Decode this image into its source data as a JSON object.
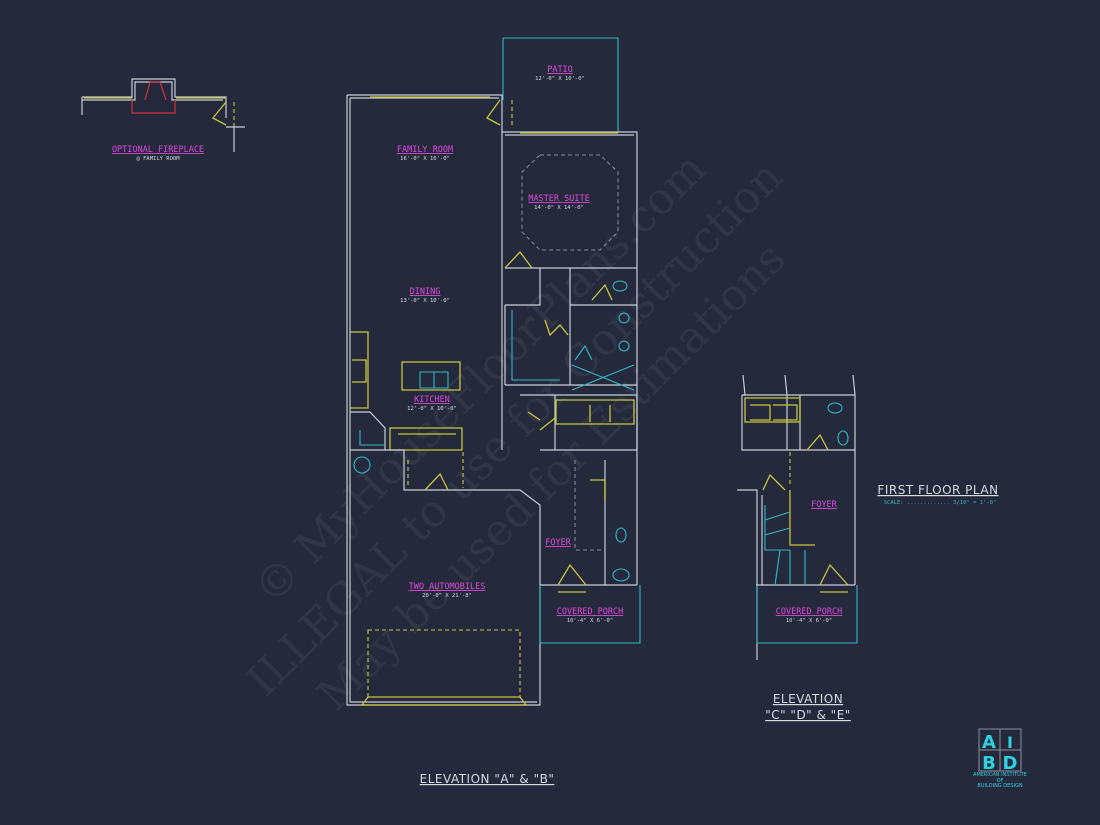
{
  "optional_fireplace": {
    "label": "OPTIONAL FIREPLACE",
    "note": "@ FAMILY ROOM"
  },
  "rooms_a_b": [
    {
      "name": "PATIO",
      "dims": "12'-0\" X 10'-0\""
    },
    {
      "name": "FAMILY ROOM",
      "dims": "16'-0\" X 16'-0\""
    },
    {
      "name": "MASTER SUITE",
      "dims": "14'-0\" X 14'-0\""
    },
    {
      "name": "DINING",
      "dims": "13'-0\" X 10'-0\""
    },
    {
      "name": "KITCHEN",
      "dims": "12'-0\" X 10'-0\""
    },
    {
      "name": "FOYER",
      "dims": ""
    },
    {
      "name": "TWO AUTOMOBILES",
      "dims": "20'-0\" X 21'-8\""
    },
    {
      "name": "COVERED PORCH",
      "dims": "10'-4\" X 6'-0\""
    }
  ],
  "rooms_c_d_e": [
    {
      "name": "FOYER",
      "dims": ""
    },
    {
      "name": "COVERED PORCH",
      "dims": "10'-4\" X 6'-0\""
    }
  ],
  "elevation_a_b": "ELEVATION \"A\" & \"B\"",
  "elevation_c_d_e": {
    "line1": "ELEVATION",
    "line2": "\"C\" \"D\" & \"E\""
  },
  "plan_title": "FIRST FLOOR PLAN",
  "plan_scale": "SCALE: ............. 3/16\" = 1'-0\"",
  "logo": {
    "letters": [
      "A",
      "I",
      "B",
      "D"
    ],
    "line1": "AMERICAN INSTITUTE",
    "line2": "OF",
    "line3": "BUILDING DESIGN"
  },
  "watermark": [
    "© MyHouseFloorPlans.com",
    "ILLEGAL to use for Construction",
    "May be used for Estimations"
  ],
  "colors": {
    "background": "#242a3b",
    "walls": "#c9ccd6",
    "windows_doors": "#c8c63c",
    "fixtures": "#2fb8c4",
    "labels": "#e048e0"
  }
}
